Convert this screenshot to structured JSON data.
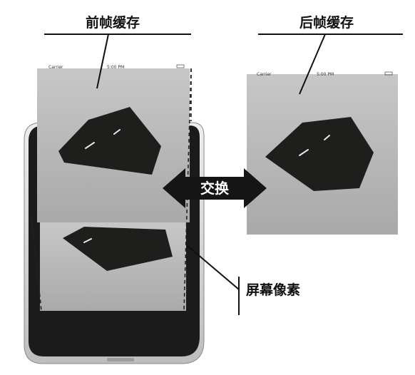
{
  "labels": {
    "front_buffer": "前帧缓存",
    "back_buffer": "后帧缓存",
    "swap": "交换",
    "screen_pixels": "屏幕像素"
  },
  "front_screen": {
    "carrier": "Carrier",
    "time": "5:00 PM"
  },
  "back_screen": {
    "carrier": "Carrier",
    "time": "5:00 PM"
  },
  "colors": {
    "buffer_gray": "#b5b5b5",
    "shape_dark": "#1e1f1c",
    "phone_body": "#1b1b1b",
    "phone_chrome": "#d8d8d8",
    "arrow": "#151515"
  }
}
